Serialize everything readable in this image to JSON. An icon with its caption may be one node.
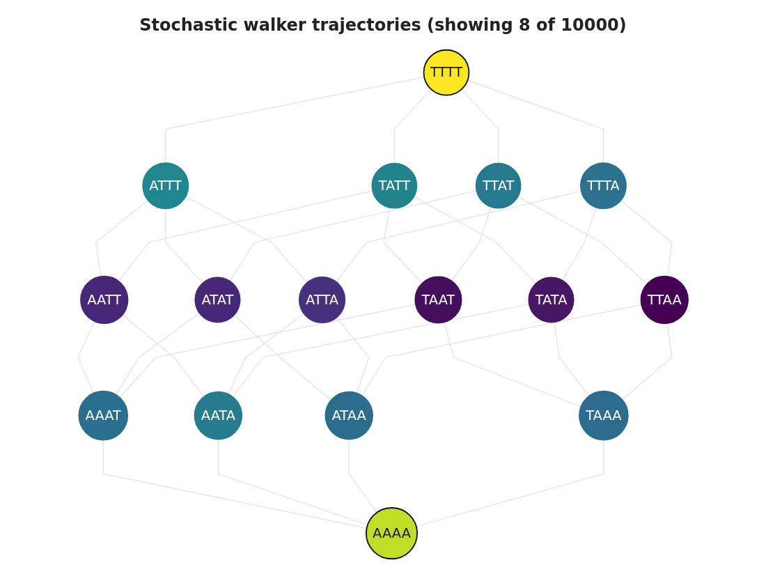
{
  "diagram": {
    "title": "Stochastic walker trajectories (showing 8 of 10000)",
    "nodes": [
      {
        "text": [
          "TTTT"
        ]
      },
      {
        "text": [
          "ATTT"
        ]
      },
      {
        "text": [
          "TATT"
        ]
      },
      {
        "text": [
          "TTAT"
        ]
      },
      {
        "text": [
          "TTTA"
        ]
      },
      {
        "text": [
          "AATT"
        ]
      },
      {
        "text": [
          "ATAT"
        ]
      },
      {
        "text": [
          "ATTA"
        ]
      },
      {
        "text": [
          "TAAT"
        ]
      },
      {
        "text": [
          "TATA"
        ]
      },
      {
        "text": [
          "TTAA"
        ]
      },
      {
        "text": [
          "AAAT"
        ]
      },
      {
        "text": [
          "AATA"
        ]
      },
      {
        "text": [
          "ATAA"
        ]
      },
      {
        "text": [
          "TAAA"
        ]
      },
      {
        "text": [
          "AAAA"
        ]
      }
    ],
    "edges": [
      {
        "from": 0,
        "to": 1,
        "arrow": "none"
      },
      {
        "from": 0,
        "to": 2,
        "arrow": "none"
      },
      {
        "from": 0,
        "to": 3,
        "arrow": "none"
      },
      {
        "from": 0,
        "to": 4,
        "arrow": "none"
      },
      {
        "from": 1,
        "to": 5,
        "arrow": "none"
      },
      {
        "from": 1,
        "to": 6,
        "arrow": "none"
      },
      {
        "from": 1,
        "to": 7,
        "arrow": "none"
      },
      {
        "from": 2,
        "to": 5,
        "arrow": "none"
      },
      {
        "from": 2,
        "to": 8,
        "arrow": "none"
      },
      {
        "from": 2,
        "to": 9,
        "arrow": "none"
      },
      {
        "from": 3,
        "to": 6,
        "arrow": "none"
      },
      {
        "from": 3,
        "to": 8,
        "arrow": "none"
      },
      {
        "from": 3,
        "to": 10,
        "arrow": "none"
      },
      {
        "from": 4,
        "to": 7,
        "arrow": "none"
      },
      {
        "from": 4,
        "to": 9,
        "arrow": "none"
      },
      {
        "from": 4,
        "to": 10,
        "arrow": "none"
      },
      {
        "from": 5,
        "to": 11,
        "arrow": "none"
      },
      {
        "from": 5,
        "to": 12,
        "arrow": "none"
      },
      {
        "from": 6,
        "to": 11,
        "arrow": "none"
      },
      {
        "from": 6,
        "to": 13,
        "arrow": "none"
      },
      {
        "from": 7,
        "to": 12,
        "arrow": "none"
      },
      {
        "from": 7,
        "to": 13,
        "arrow": "none"
      },
      {
        "from": 8,
        "to": 11,
        "arrow": "none"
      },
      {
        "from": 8,
        "to": 14,
        "arrow": "none"
      },
      {
        "from": 9,
        "to": 12,
        "arrow": "none"
      },
      {
        "from": 9,
        "to": 14,
        "arrow": "none"
      },
      {
        "from": 10,
        "to": 13,
        "arrow": "none"
      },
      {
        "from": 10,
        "to": 14,
        "arrow": "none"
      },
      {
        "from": 11,
        "to": 15,
        "arrow": "none"
      },
      {
        "from": 12,
        "to": 15,
        "arrow": "none"
      },
      {
        "from": 13,
        "to": 15,
        "arrow": "none"
      },
      {
        "from": 14,
        "to": 15,
        "arrow": "none"
      }
    ]
  }
}
